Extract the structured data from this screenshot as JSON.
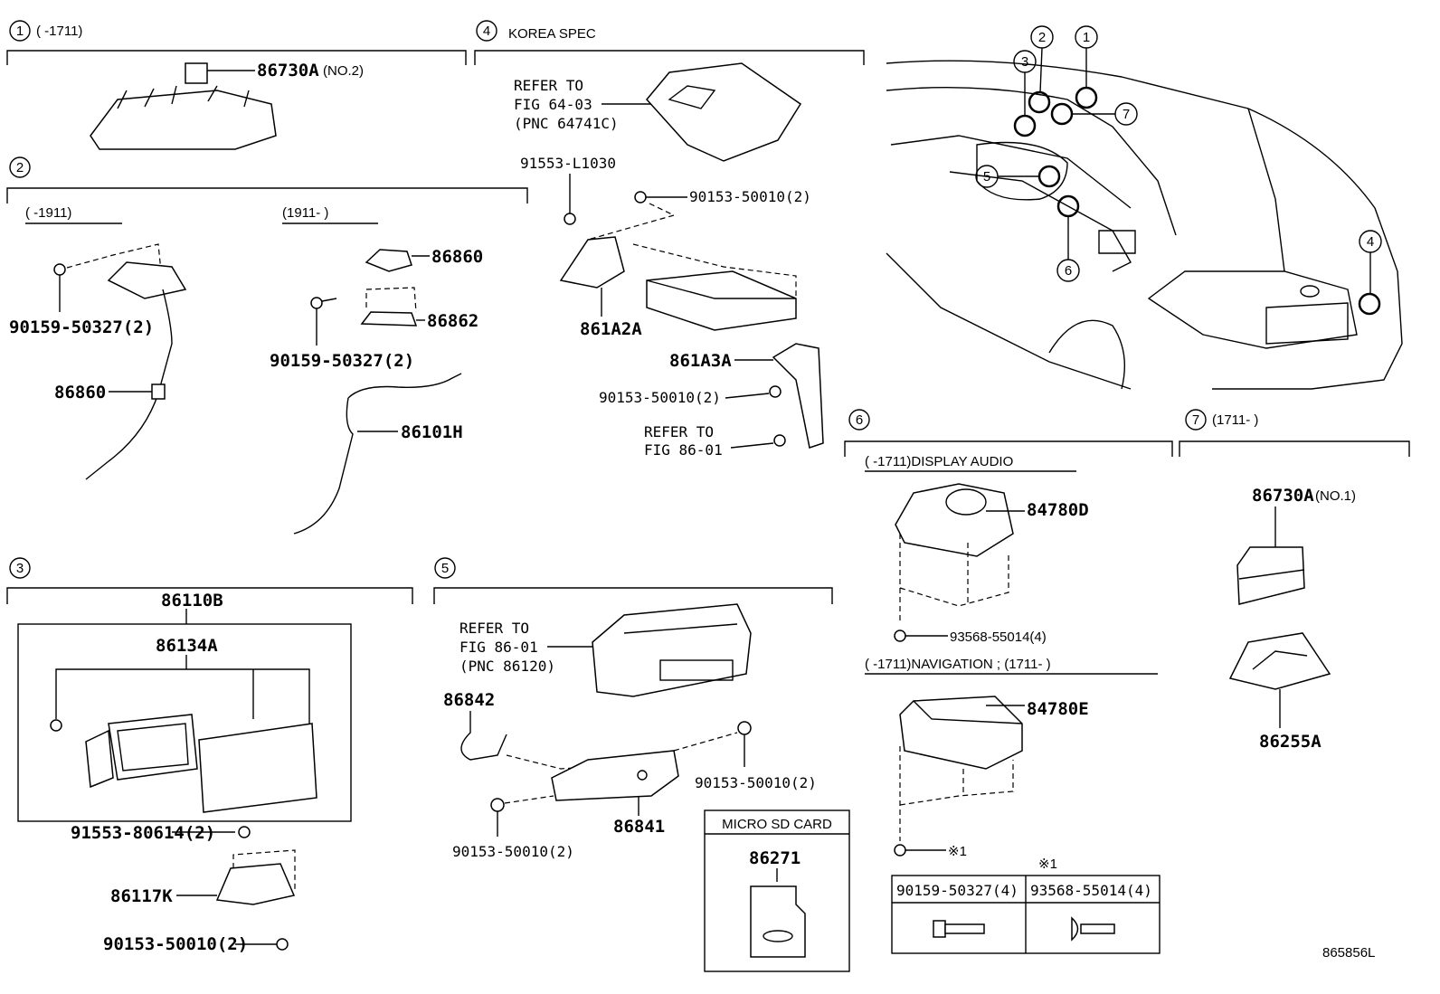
{
  "sections": {
    "s1": {
      "num": "1",
      "range": "(      -1711)"
    },
    "s2": {
      "num": "2",
      "sub_a": "(      -1911)",
      "sub_b": "(1911-      )"
    },
    "s3": {
      "num": "3"
    },
    "s4": {
      "num": "4",
      "title": "KOREA SPEC"
    },
    "s5": {
      "num": "5"
    },
    "s6": {
      "num": "6",
      "sub_a": "(      -1711)DISPLAY AUDIO",
      "sub_b": "(      -1711)NAVIGATION ; (1711-      )"
    },
    "s7": {
      "num": "7",
      "range": "(1711-      )"
    }
  },
  "parts": {
    "p86730A_no2": "86730A",
    "p86730A_no2_note": "(NO.2)",
    "p90159_a": "90159-50327(2)",
    "p86860_a": "86860",
    "p86860_b": "86860",
    "p86862": "86862",
    "p90159_b": "90159-50327(2)",
    "p86101H": "86101H",
    "p86110B": "86110B",
    "p86134A": "86134A",
    "p91553": "91553-80614(2)",
    "p86117K": "86117K",
    "p90153_s3": "90153-50010(2)",
    "ref64_1": "REFER TO",
    "ref64_2": "FIG 64-03",
    "ref64_3": "(PNC 64741C)",
    "p91553L": "91553-L1030",
    "p90153_s4a": "90153-50010(2)",
    "p861A2A": "861A2A",
    "p861A3A": "861A3A",
    "p90153_s4b": "90153-50010(2)",
    "ref86_1": "REFER TO",
    "ref86_2": "FIG 86-01",
    "ref8612_1": "REFER TO",
    "ref8612_2": "FIG 86-01",
    "ref8612_3": "(PNC 86120)",
    "p86842": "86842",
    "p90153_s5a": "90153-50010(2)",
    "p86841": "86841",
    "p90153_s5b": "90153-50010(2)",
    "microsd_title": "MICRO SD CARD",
    "p86271": "86271",
    "p84780D": "84780D",
    "p93568": "93568-55014(4)",
    "p84780E": "84780E",
    "note_mark": "※1",
    "tbl_title": "※1",
    "tbl_a": "90159-50327(4)",
    "tbl_b": "93568-55014(4)",
    "p86730A_no1": "86730A",
    "p86730A_no1_note": "(NO.1)",
    "p86255A": "86255A",
    "car_callouts": [
      "1",
      "2",
      "3",
      "4",
      "5",
      "6",
      "7"
    ],
    "figure_id": "865856L"
  }
}
